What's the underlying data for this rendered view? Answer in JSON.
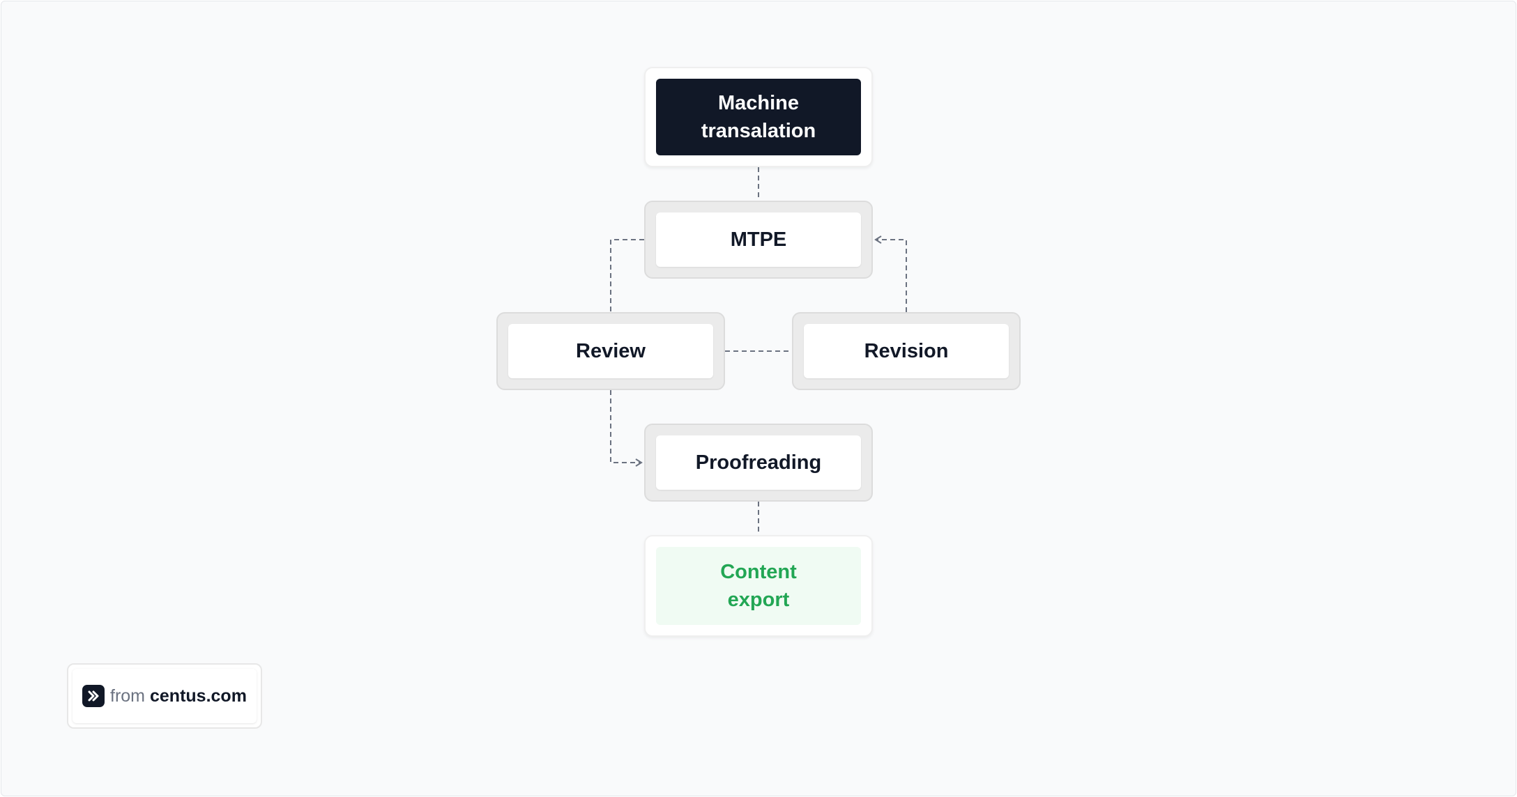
{
  "nodes": {
    "machine_translation": "Machine\ntransalation",
    "mtpe": "MTPE",
    "review": "Review",
    "revision": "Revision",
    "proofreading": "Proofreading",
    "content_export": "Content\nexport"
  },
  "badge": {
    "prefix": "from",
    "site": "centus.com",
    "icon": "double-chevron-right-icon"
  },
  "colors": {
    "dark_node": "#111827",
    "export_text": "#22a654",
    "export_fill": "#f0fbf3",
    "connector": "#6b7280"
  }
}
